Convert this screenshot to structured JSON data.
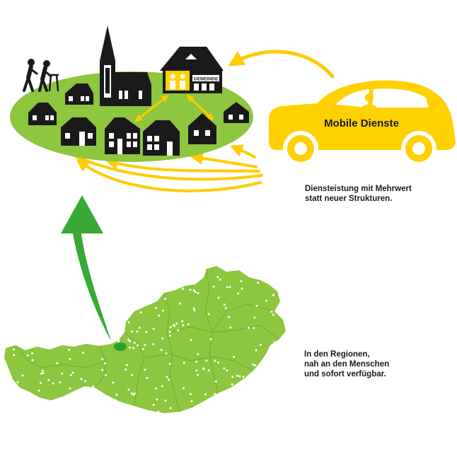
{
  "colors": {
    "village_green": "#8dc63f",
    "map_green": "#8dc63f",
    "arrow_green": "#39a935",
    "car_yellow": "#ffd100",
    "arrow_yellow": "#ffcc00",
    "house_black": "#1a1a1a",
    "location_dot": "#2e9e2e"
  },
  "car": {
    "label": "Mobile Dienste"
  },
  "town_hall": {
    "sign": "GEMEINDE"
  },
  "captions": {
    "service": [
      "Diensteistung mit Mehrwert",
      "statt neuer Strukturen."
    ],
    "regions": [
      "In den Regionen,",
      "nah an den Menschen",
      "und sofort verfügbar."
    ]
  },
  "icons": {
    "people": "elderly-couple-icon",
    "church": "church-icon",
    "town_hall": "town-hall-icon",
    "car": "car-icon",
    "map": "austria-map-icon"
  }
}
